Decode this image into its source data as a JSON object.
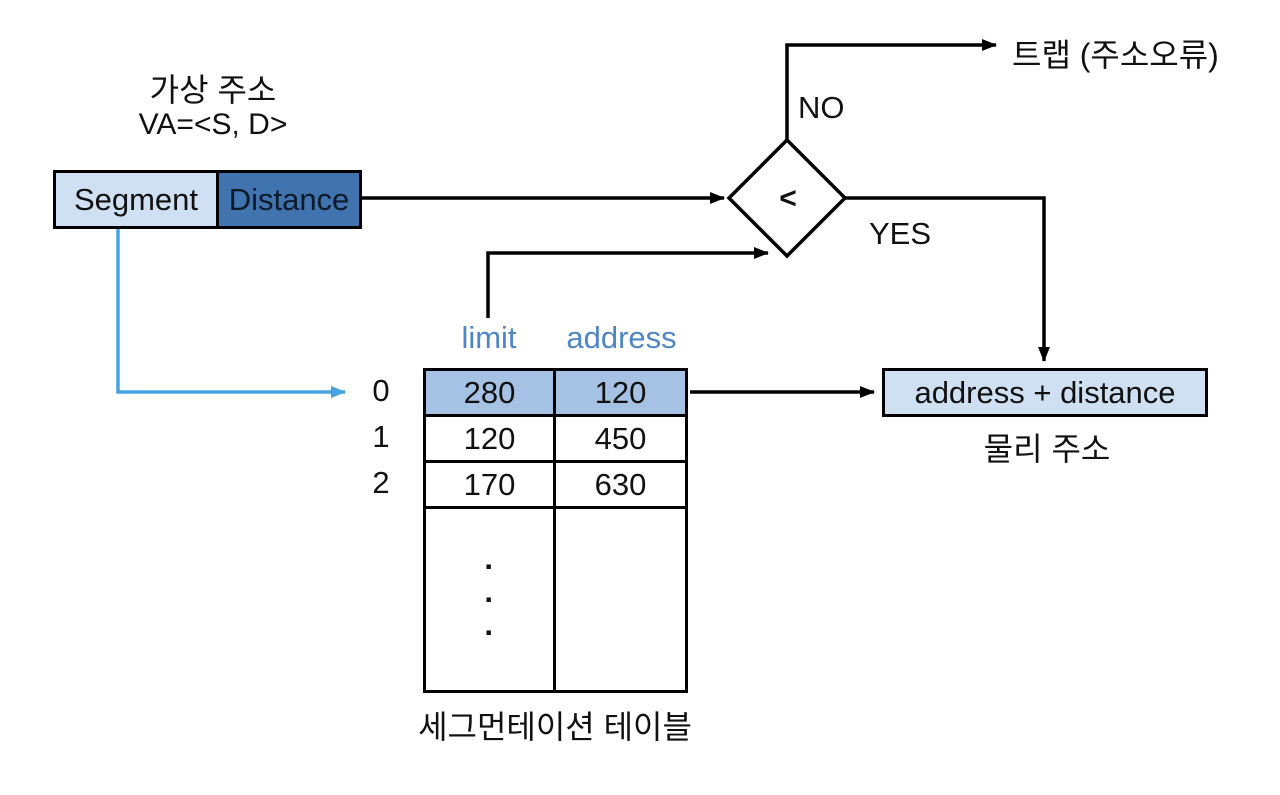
{
  "colors": {
    "light_blue_fill": "#cfe0f2",
    "medium_blue_fill": "#4173ae",
    "row_highlight": "#a5c2e5",
    "header_text_blue": "#4e86c8",
    "sky_arrow": "#45a2e3",
    "line": "#000000"
  },
  "virtual_address": {
    "title": "가상 주소",
    "formula": "VA=<S, D>",
    "segment": "Segment",
    "distance": "Distance"
  },
  "comparator": {
    "operator": "<",
    "no": "NO",
    "yes": "YES",
    "trap": "트랩 (주소오류)"
  },
  "segment_table": {
    "headers": {
      "limit": "limit",
      "address": "address"
    },
    "rows": [
      {
        "index": "0",
        "limit": "280",
        "address": "120"
      },
      {
        "index": "1",
        "limit": "120",
        "address": "450"
      },
      {
        "index": "2",
        "limit": "170",
        "address": "630"
      }
    ],
    "dots": [
      "·",
      "·",
      "·"
    ],
    "caption": "세그먼테이션 테이블"
  },
  "result": {
    "label": "address + distance",
    "caption": "물리 주소"
  }
}
